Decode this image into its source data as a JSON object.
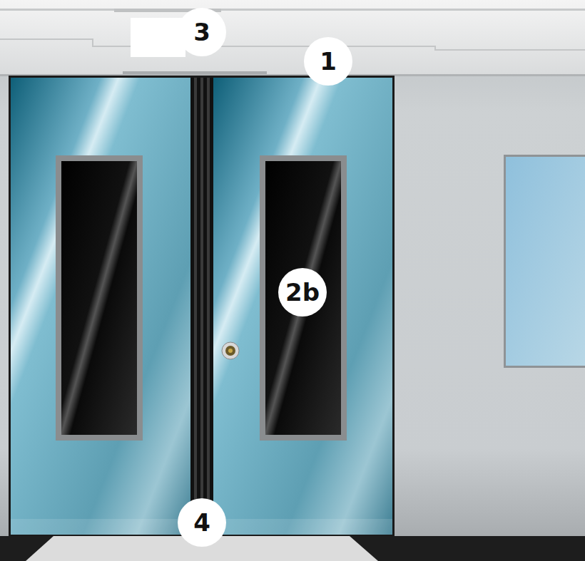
{
  "diagram": {
    "labels": [
      "3",
      "1",
      "2b",
      "4"
    ]
  }
}
